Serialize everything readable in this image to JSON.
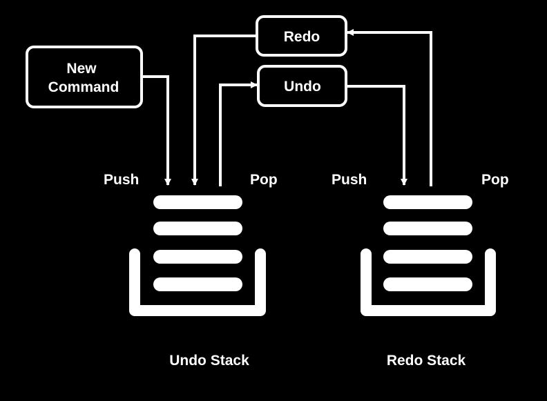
{
  "diagram": {
    "boxes": {
      "new_command": {
        "line1": "New",
        "line2": "Command"
      },
      "redo": "Redo",
      "undo": "Undo"
    },
    "labels": {
      "undo_push": "Push",
      "undo_pop": "Pop",
      "redo_push": "Push",
      "redo_pop": "Pop"
    },
    "stacks": {
      "undo": {
        "title": "Undo Stack",
        "item_count": 4
      },
      "redo": {
        "title": "Redo Stack",
        "item_count": 4
      }
    },
    "colors": {
      "background": "#000000",
      "foreground": "#ffffff"
    }
  }
}
